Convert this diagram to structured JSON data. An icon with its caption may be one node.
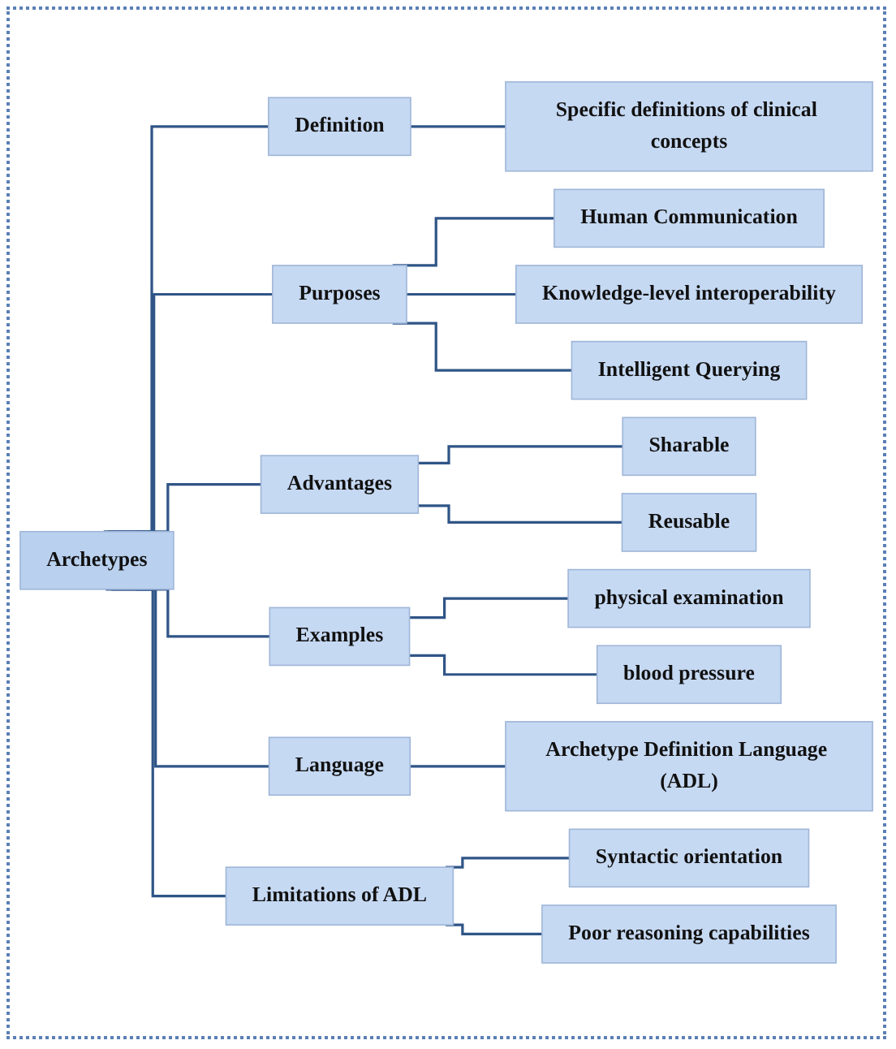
{
  "diagram": {
    "nodes": [
      {
        "text": [
          "Archetypes"
        ]
      },
      {
        "text": [
          "Definition"
        ]
      },
      {
        "text": [
          "Specific definitions of clinical concepts"
        ]
      },
      {
        "text": [
          "Purposes"
        ]
      },
      {
        "text": [
          "Human Communication"
        ]
      },
      {
        "text": [
          "Knowledge-level interoperability"
        ]
      },
      {
        "text": [
          "Intelligent Querying"
        ]
      },
      {
        "text": [
          "Advantages"
        ]
      },
      {
        "text": [
          "Sharable"
        ]
      },
      {
        "text": [
          "Reusable"
        ]
      },
      {
        "text": [
          "Examples"
        ]
      },
      {
        "text": [
          "physical examination"
        ]
      },
      {
        "text": [
          "blood pressure"
        ]
      },
      {
        "text": [
          "Language"
        ]
      },
      {
        "text": [
          "Archetype Definition Language (ADL)"
        ]
      },
      {
        "text": [
          "Limitations of ADL"
        ]
      },
      {
        "text": [
          "Syntactic orientation"
        ]
      },
      {
        "text": [
          "Poor reasoning capabilities"
        ]
      }
    ],
    "edges": [
      {
        "from": 0,
        "to": 1,
        "arrow": "none"
      },
      {
        "from": 0,
        "to": 3,
        "arrow": "none"
      },
      {
        "from": 0,
        "to": 7,
        "arrow": "none"
      },
      {
        "from": 0,
        "to": 10,
        "arrow": "none"
      },
      {
        "from": 0,
        "to": 13,
        "arrow": "none"
      },
      {
        "from": 0,
        "to": 15,
        "arrow": "none"
      },
      {
        "from": 1,
        "to": 2,
        "arrow": "none"
      },
      {
        "from": 3,
        "to": 4,
        "arrow": "none"
      },
      {
        "from": 3,
        "to": 5,
        "arrow": "none"
      },
      {
        "from": 3,
        "to": 6,
        "arrow": "none"
      },
      {
        "from": 7,
        "to": 8,
        "arrow": "none"
      },
      {
        "from": 7,
        "to": 9,
        "arrow": "none"
      },
      {
        "from": 10,
        "to": 11,
        "arrow": "none"
      },
      {
        "from": 10,
        "to": 12,
        "arrow": "none"
      },
      {
        "from": 13,
        "to": 14,
        "arrow": "none"
      },
      {
        "from": 15,
        "to": 16,
        "arrow": "none"
      },
      {
        "from": 15,
        "to": 17,
        "arrow": "none"
      }
    ]
  }
}
